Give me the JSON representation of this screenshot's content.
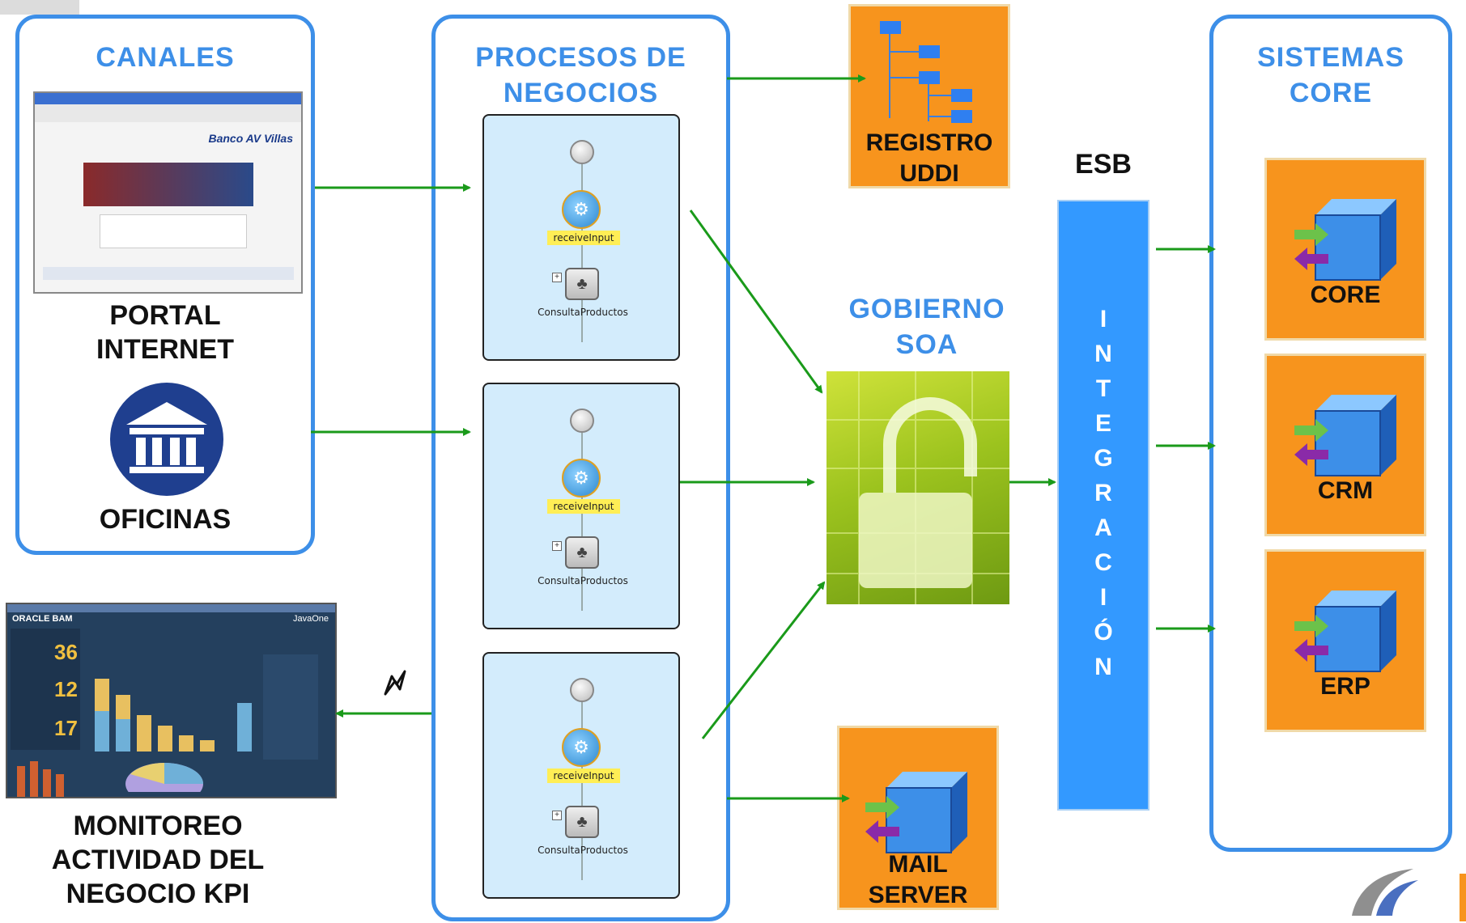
{
  "canales": {
    "title": "CANALES",
    "portal_label": "PORTAL\nINTERNET",
    "oficinas_label": "OFICINAS",
    "portal_screenshot_brand": "Banco AV Villas"
  },
  "procesos": {
    "title": "PROCESOS DE\nNEGOCIOS",
    "items": [
      {
        "receive": "receiveInput",
        "activity": "ConsultaProductos"
      },
      {
        "receive": "receiveInput",
        "activity": "ConsultaProductos"
      },
      {
        "receive": "receiveInput",
        "activity": "ConsultaProductos"
      }
    ]
  },
  "registro": {
    "label": "REGISTRO\nUDDI"
  },
  "gobierno": {
    "title": "GOBIERNO\nSOA"
  },
  "esb": {
    "label": "ESB",
    "vertical_text": "I\nN\nT\nE\nG\nR\nA\nC\nI\nÓ\nN"
  },
  "mail": {
    "label": "MAIL\nSERVER"
  },
  "sistemas": {
    "title": "SISTEMAS\nCORE",
    "items": [
      {
        "label": "CORE"
      },
      {
        "label": "CRM"
      },
      {
        "label": "ERP"
      }
    ]
  },
  "monitoreo": {
    "label": "MONITOREO\nACTIVIDAD DEL\nNEGOCIO KPI",
    "dashboard": {
      "brand": "ORACLE BAM",
      "product": "JavaOne",
      "kpis": [
        "36",
        "12",
        "17"
      ]
    }
  },
  "colors": {
    "panel_border": "#3d8fe8",
    "arrow": "#1a9a1a",
    "orange": "#f7941d",
    "esb": "#3399ff",
    "process_bg": "#d3ecfc"
  }
}
